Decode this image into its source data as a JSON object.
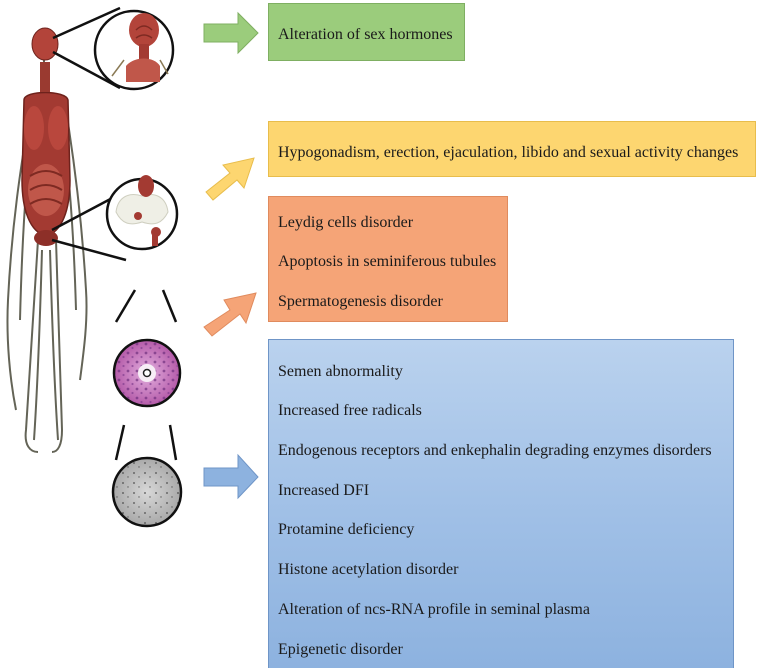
{
  "colors": {
    "green": "#9bcc7c",
    "yellow": "#fdd670",
    "orange": "#f5a477",
    "blue": "#9fbfe6",
    "tissue_pink": "#c26ab8",
    "organ_red": "#a33a32"
  },
  "icons": {
    "body": "human-body-anatomy-icon",
    "head": "head-brain-closeup-icon",
    "pelvis": "pelvis-reproductive-organs-icon",
    "histology": "testis-histology-section-icon",
    "sperm": "semen-microscopy-icon"
  },
  "boxes": {
    "green": {
      "items": [
        "Alteration of sex hormones"
      ]
    },
    "yellow": {
      "items": [
        "Hypogonadism, erection, ejaculation, libido and sexual activity changes"
      ]
    },
    "orange": {
      "items": [
        "Leydig cells disorder",
        "Apoptosis in seminiferous tubules",
        "Spermatogenesis disorder"
      ]
    },
    "blue": {
      "items": [
        "Semen abnormality",
        "Increased free radicals",
        "Endogenous receptors and enkephalin degrading enzymes disorders",
        "Increased DFI",
        "Protamine deficiency",
        "Histone acetylation disorder",
        "Alteration of ncs-RNA profile in seminal plasma",
        "Epigenetic disorder"
      ]
    }
  }
}
